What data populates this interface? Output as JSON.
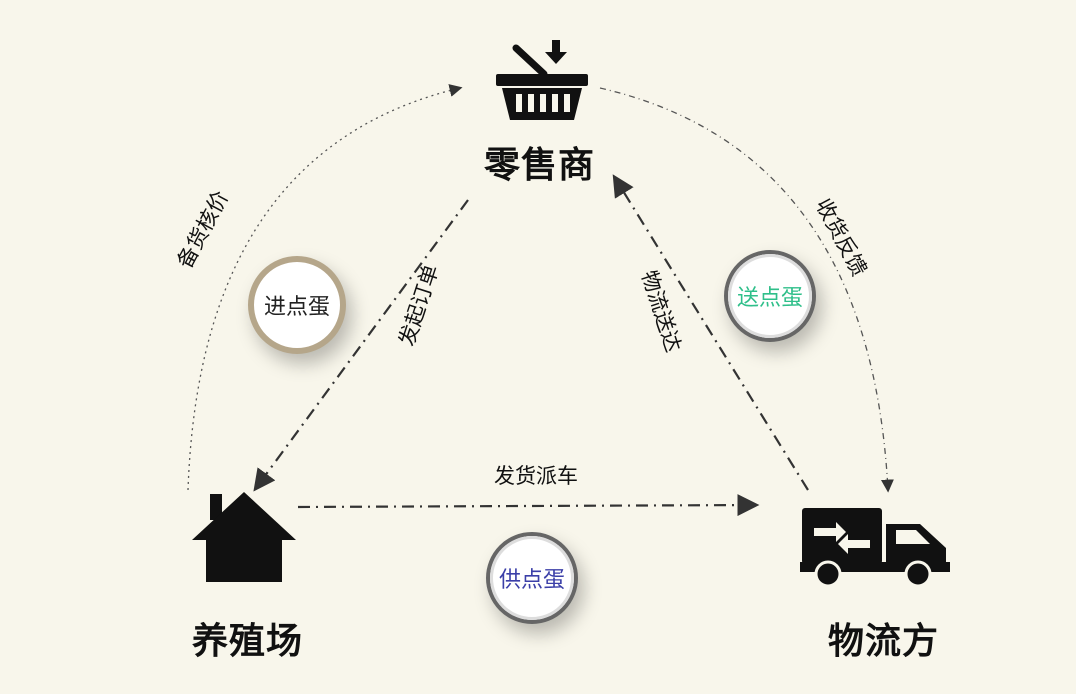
{
  "nodes": {
    "retailer": "零售商",
    "farm": "养殖场",
    "logistics": "物流方"
  },
  "edges": {
    "quote": "备货核价",
    "order": "发起订单",
    "delivered": "物流送达",
    "feedback": "收货反馈",
    "dispatch": "发货派车"
  },
  "badges": {
    "jin": {
      "text": "进点蛋",
      "color": "#222222",
      "ring": "#b5a68a"
    },
    "song": {
      "text": "送点蛋",
      "color": "#2fbf8a",
      "ring": "#555555"
    },
    "gong": {
      "text": "供点蛋",
      "color": "#3b3fa8",
      "ring": "#555555"
    }
  }
}
